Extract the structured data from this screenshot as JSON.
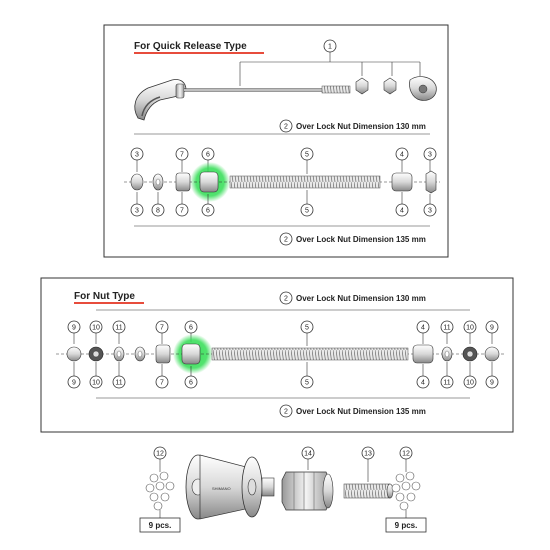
{
  "quick_release": {
    "title": "For Quick Release Type",
    "dim_130_label": "Over Lock Nut Dimension 130 mm",
    "dim_135_label": "Over Lock Nut Dimension 135 mm",
    "dim_ref": "2",
    "skewer_ref": "1",
    "top_refs": [
      "3",
      "7",
      "6",
      "5",
      "4",
      "3"
    ],
    "bottom_refs": [
      "3",
      "8",
      "7",
      "6",
      "5",
      "4",
      "3"
    ],
    "highlight_color": "#33dd55"
  },
  "nut_type": {
    "title": "For Nut Type",
    "dim_130_label": "Over Lock Nut Dimension 130 mm",
    "dim_135_label": "Over Lock Nut Dimension 135 mm",
    "dim_ref": "2",
    "top_refs": [
      "9",
      "10",
      "11",
      "7",
      "6",
      "5",
      "4",
      "11",
      "10",
      "9"
    ],
    "bottom_refs": [
      "9",
      "10",
      "11",
      "7",
      "6",
      "5",
      "4",
      "11",
      "10",
      "9"
    ],
    "highlight_color": "#33dd55"
  },
  "hub": {
    "ball_ref_left": "12",
    "ball_ref_right": "12",
    "freehub_ref": "14",
    "axle_sleeve_ref": "13",
    "pcs_left": "9 pcs.",
    "pcs_right": "9 pcs.",
    "brand": "SHIMANO"
  },
  "colors": {
    "title_underline": "#e74c3c",
    "highlight": "#33dd55"
  }
}
